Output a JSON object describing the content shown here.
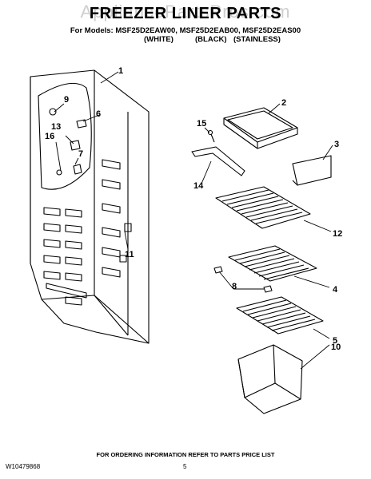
{
  "header": {
    "watermark": "AppliancePartsPros.com",
    "title": "FREEZER LINER PARTS",
    "models_line": "For Models: MSF25D2EAW00, MSF25D2EAB00, MSF25D2EAS00",
    "variants": [
      "(WHITE)",
      "(BLACK)",
      "(STAINLESS)"
    ]
  },
  "callouts": [
    "1",
    "2",
    "3",
    "4",
    "5",
    "6",
    "7",
    "8",
    "9",
    "10",
    "11",
    "12",
    "13",
    "14",
    "15",
    "16"
  ],
  "footer": {
    "note": "FOR ORDERING INFORMATION REFER TO PARTS PRICE LIST",
    "doc_number": "W10479868",
    "page": "5"
  }
}
